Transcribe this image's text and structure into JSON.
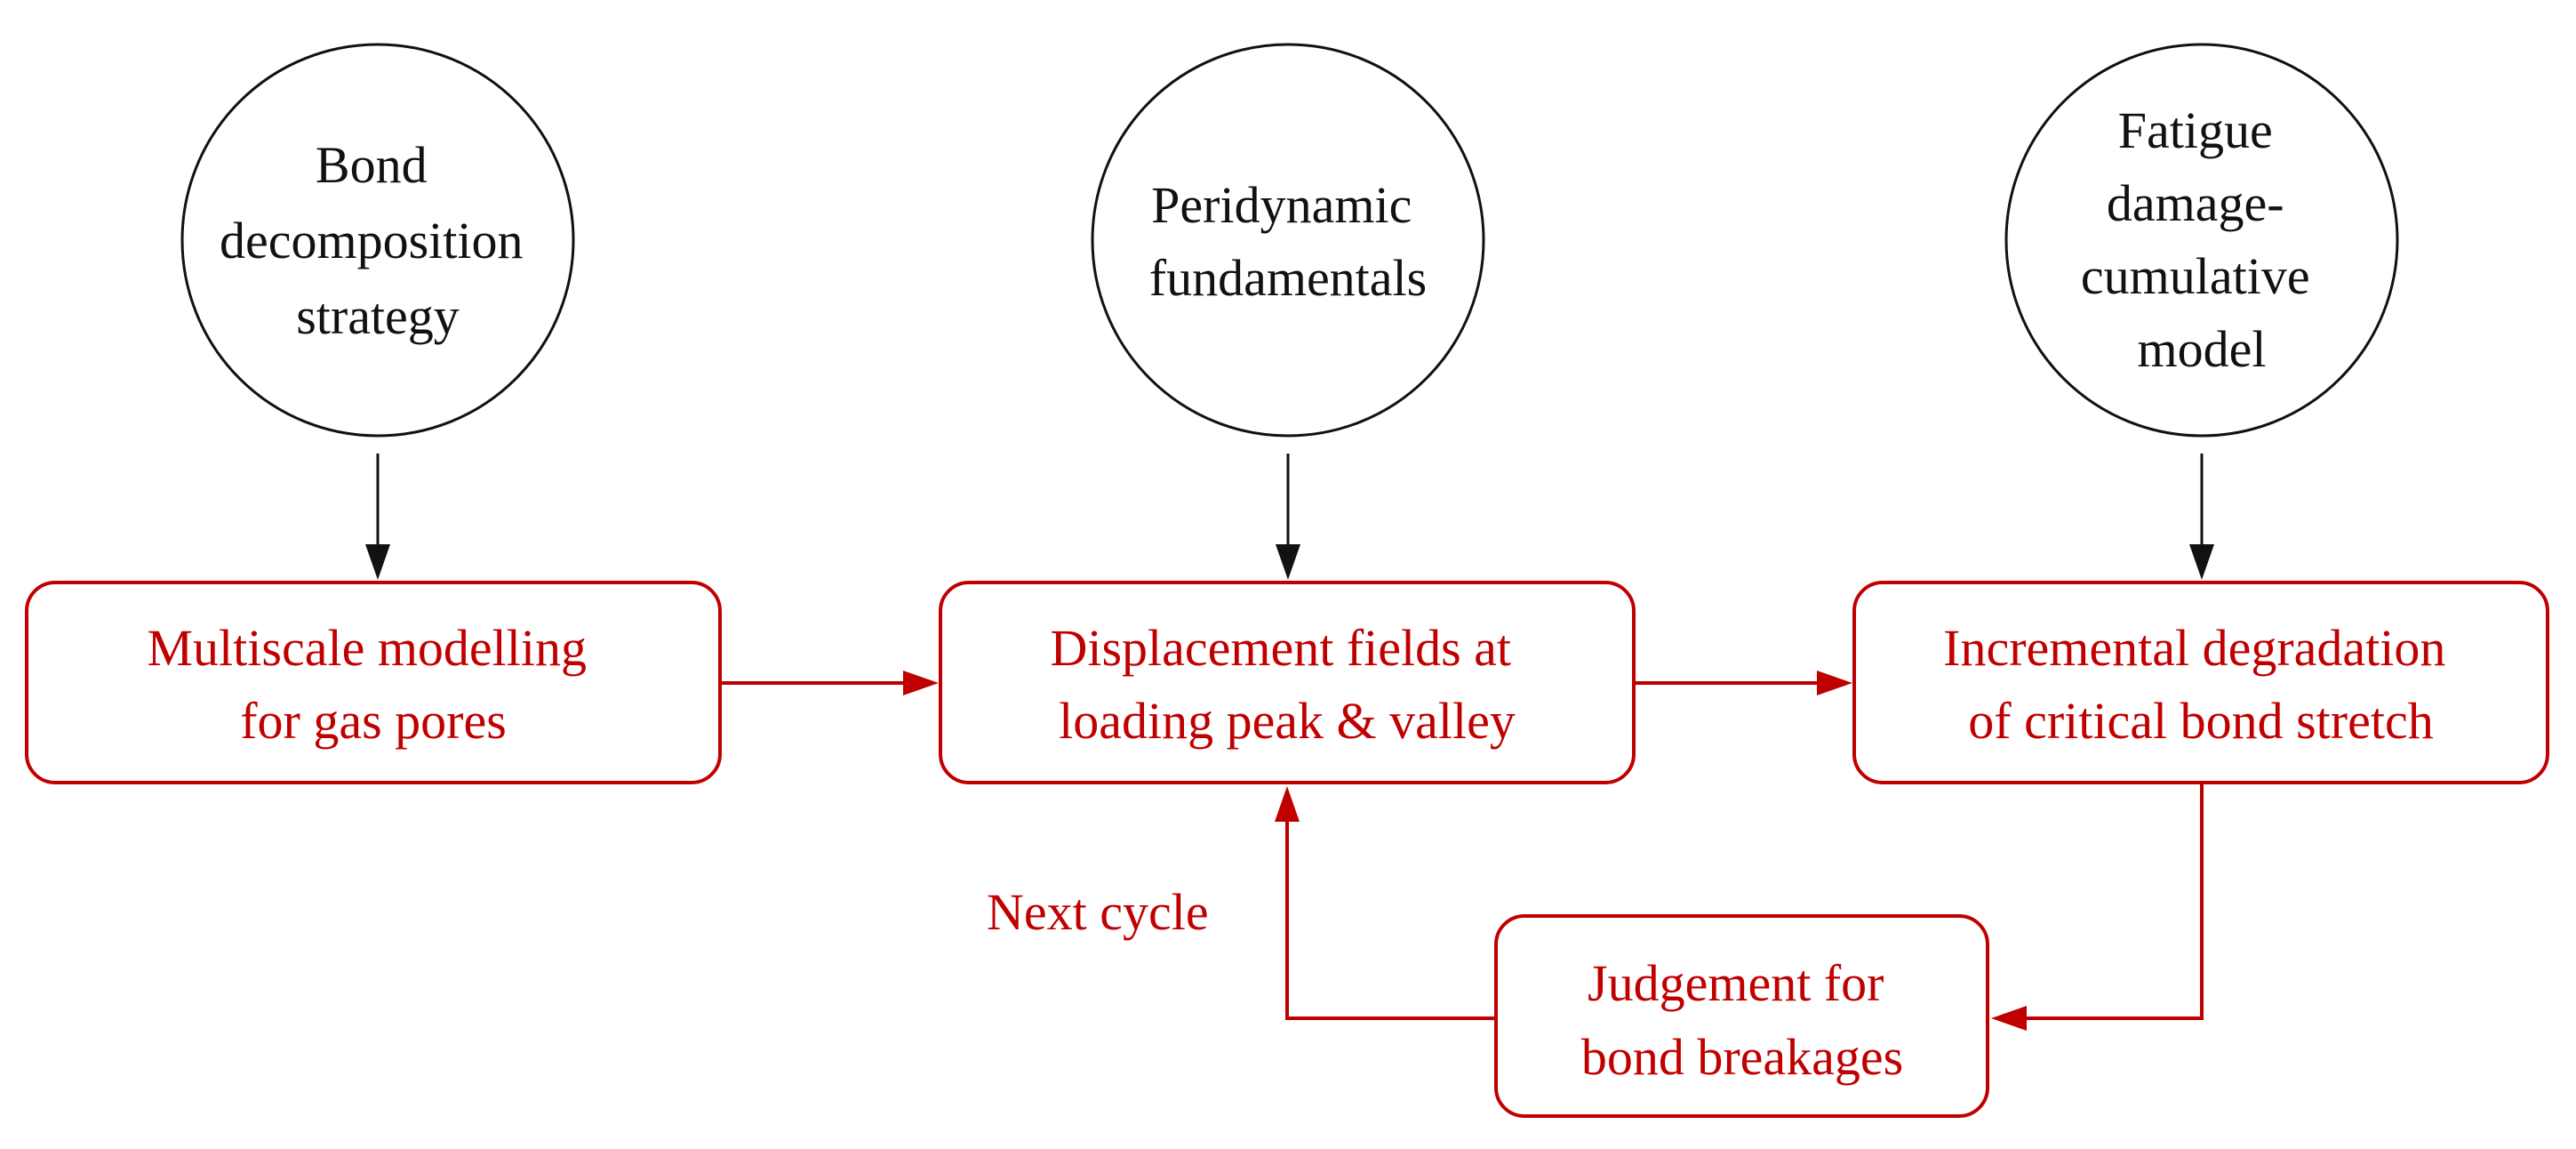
{
  "colors": {
    "process": "#c00000",
    "input": "#111111"
  },
  "inputs": [
    {
      "id": "bond-decomposition",
      "lines": [
        "Bond",
        "decomposition",
        "strategy"
      ]
    },
    {
      "id": "peridynamic",
      "lines": [
        "Peridynamic",
        "fundamentals"
      ]
    },
    {
      "id": "fatigue",
      "lines": [
        "Fatigue",
        "damage-",
        "cumulative",
        "model"
      ]
    }
  ],
  "process": [
    {
      "id": "multiscale",
      "lines": [
        "Multiscale modelling",
        "for gas pores"
      ]
    },
    {
      "id": "displacement",
      "lines": [
        "Displacement fields at",
        "loading peak & valley"
      ]
    },
    {
      "id": "degradation",
      "lines": [
        "Incremental degradation",
        "of critical bond stretch"
      ]
    },
    {
      "id": "judgement",
      "lines": [
        "Judgement for",
        "bond breakages"
      ]
    }
  ],
  "loop_label": "Next cycle"
}
